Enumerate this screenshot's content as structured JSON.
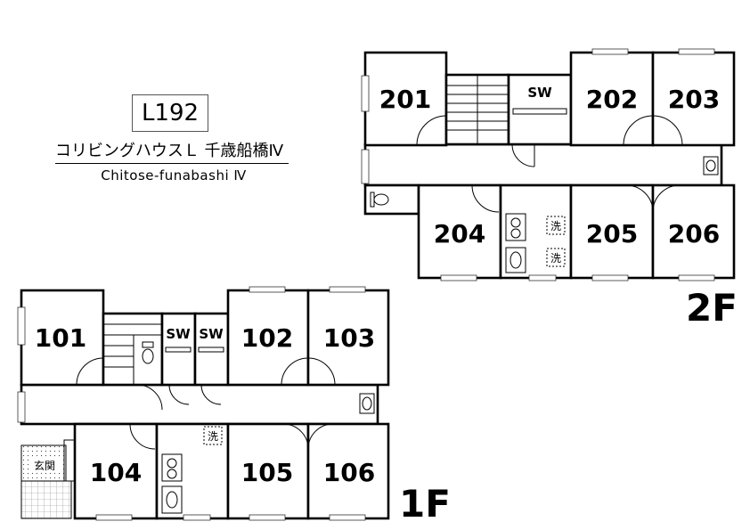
{
  "property": {
    "code": "L192",
    "name_jp": "コリビングハウスＬ 千歳船橋Ⅳ",
    "name_en": "Chitose-funabashi Ⅳ"
  },
  "floors": {
    "second": {
      "label": "2F",
      "rooms": [
        "201",
        "202",
        "203",
        "204",
        "205",
        "206"
      ],
      "sw_label": "SW",
      "wash_labels": [
        "洗",
        "洗"
      ]
    },
    "first": {
      "label": "1F",
      "rooms": [
        "101",
        "102",
        "103",
        "104",
        "105",
        "106"
      ],
      "sw_labels": [
        "SW",
        "SW"
      ],
      "wash_label": "洗",
      "entrance_label": "玄関"
    }
  }
}
